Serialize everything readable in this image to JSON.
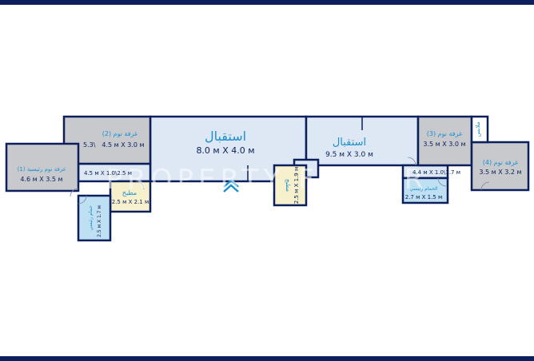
{
  "watermark": "PROPERTY FINDER",
  "colors": {
    "frame": "#0b1f5c",
    "living": "#dde8f4",
    "bedroom": "#c7c9cc",
    "kitchen": "#f6f1cc",
    "bathroom": "#bfe0f3",
    "accent_text": "#1d8fd0",
    "label_text": "#0b1f5c"
  },
  "rooms": {
    "reception_left": {
      "name": "استقبال",
      "dims": "8.0 м X 4.0 м"
    },
    "reception_right": {
      "name": "استقبال",
      "dims": "9.5 м X 3.0 м"
    },
    "bedroom_2": {
      "name": "غرفة نوم (2)",
      "dims": "4.5 м X 3.0 м",
      "extra": "5.3\\"
    },
    "master_bedroom": {
      "name": "غرفة نوم رئيسية (1)",
      "dims": "4.6 м X 3.5 м"
    },
    "bedroom_3": {
      "name": "غرفة نوم (3)",
      "dims": "3.5 м X 3.0 м"
    },
    "bedroom_4": {
      "name": "غرفة نوم (4)",
      "dims": "3.5 м X 3.2 м"
    },
    "kitchen": {
      "name": "مطبخ",
      "dims": "2.5 м X 2.1 м"
    },
    "kitchen_small": {
      "name": "مطبخ",
      "dims": "2.5 м X 1.9 м"
    },
    "bath_master": {
      "name": "حمام رئيسي",
      "dims": "2.5 м X 1.7 м"
    },
    "bath_right": {
      "name": "الحمام رئيسي",
      "dims": "2.7 м X 1.5 м"
    },
    "corridor_left": {
      "dims": "4.5 м X 1.0\\2.5 м"
    },
    "corridor_right": {
      "dims": "4.4 м X 1.0\\1.7 м"
    },
    "storage": {
      "name": "ملابس"
    }
  }
}
